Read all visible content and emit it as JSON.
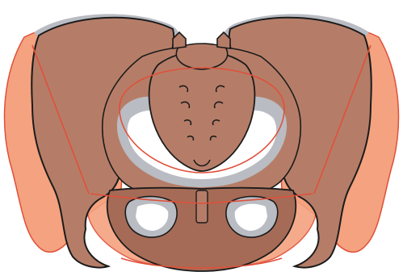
{
  "illustration": {
    "subject": "pelvis-overlay",
    "layers": [
      "outline-pelvis",
      "overlay-pelvis"
    ]
  },
  "colors": {
    "background": "#ffffff",
    "bone_fill": "#b57d68",
    "bone_fill_dark": "#a56b56",
    "overlay_fill": "#f4a27f",
    "overlay_stroke": "#e0503a",
    "shadow_gray": "#b9bcc2",
    "outline_black": "#1b1b1b"
  }
}
